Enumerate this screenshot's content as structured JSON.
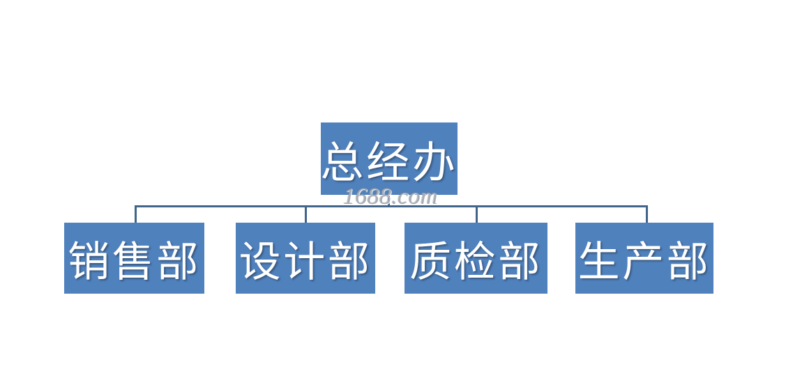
{
  "chart_data": {
    "type": "diagram",
    "diagram_type": "organizational-chart",
    "title": "",
    "orientation": "top-down",
    "colors": {
      "node_fill": "#4F81BD",
      "node_text": "#FFFFFF",
      "connector": "#41648B",
      "background": "#FFFFFF",
      "watermark": "#A8ADB5"
    },
    "nodes": [
      {
        "id": "root",
        "label": "总经办",
        "level": 0,
        "parent": null
      },
      {
        "id": "sales",
        "label": "销售部",
        "level": 1,
        "parent": "root"
      },
      {
        "id": "design",
        "label": "设计部",
        "level": 1,
        "parent": "root"
      },
      {
        "id": "quality",
        "label": "质检部",
        "level": 1,
        "parent": "root"
      },
      {
        "id": "production",
        "label": "生产部",
        "level": 1,
        "parent": "root"
      }
    ],
    "edges": [
      {
        "from": "root",
        "to": "sales"
      },
      {
        "from": "root",
        "to": "design"
      },
      {
        "from": "root",
        "to": "quality"
      },
      {
        "from": "root",
        "to": "production"
      }
    ]
  },
  "root": {
    "label": "总经办"
  },
  "children": [
    {
      "label": "销售部"
    },
    {
      "label": "设计部"
    },
    {
      "label": "质检部"
    },
    {
      "label": "生产部"
    }
  ],
  "watermark": {
    "text": "1688.com"
  }
}
